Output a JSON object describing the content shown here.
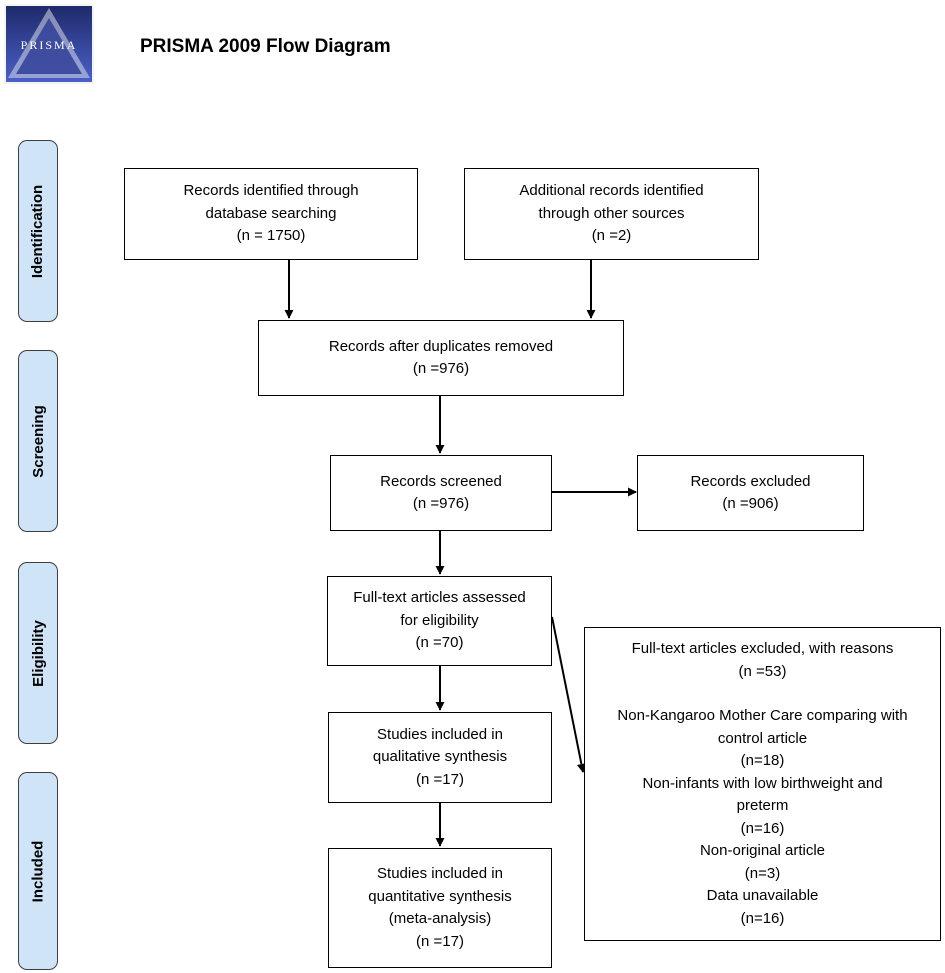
{
  "logo": {
    "text": "PRISMA"
  },
  "title": "PRISMA 2009 Flow Diagram",
  "phases": {
    "identification": "Identification",
    "screening": "Screening",
    "eligibility": "Eligibility",
    "included": "Included"
  },
  "boxes": {
    "records_db": [
      "Records identified through",
      "database searching",
      "(n = 1750)"
    ],
    "records_other": [
      "Additional records identified",
      "through other sources",
      "(n =2)"
    ],
    "dup_removed": [
      "Records after duplicates removed",
      "(n =976)"
    ],
    "screened": [
      "Records screened",
      "(n =976)"
    ],
    "excluded": [
      "Records excluded",
      "(n =906)"
    ],
    "fulltext": [
      "Full-text articles assessed",
      "for eligibility",
      "(n =70)"
    ],
    "fulltext_excluded": [
      "Full-text articles excluded, with reasons",
      "(n =53)",
      "",
      "Non-Kangaroo Mother Care comparing with",
      "control article",
      "(n=18)",
      "Non-infants with low birthweight and",
      "preterm",
      "(n=16)",
      "Non-original article",
      "(n=3)",
      "Data unavailable",
      "(n=16)"
    ],
    "qualitative": [
      "Studies included in",
      "qualitative synthesis",
      "(n =17)"
    ],
    "quantitative": [
      "Studies included in",
      "quantitative synthesis",
      "(meta-analysis)",
      "(n =17)"
    ]
  }
}
